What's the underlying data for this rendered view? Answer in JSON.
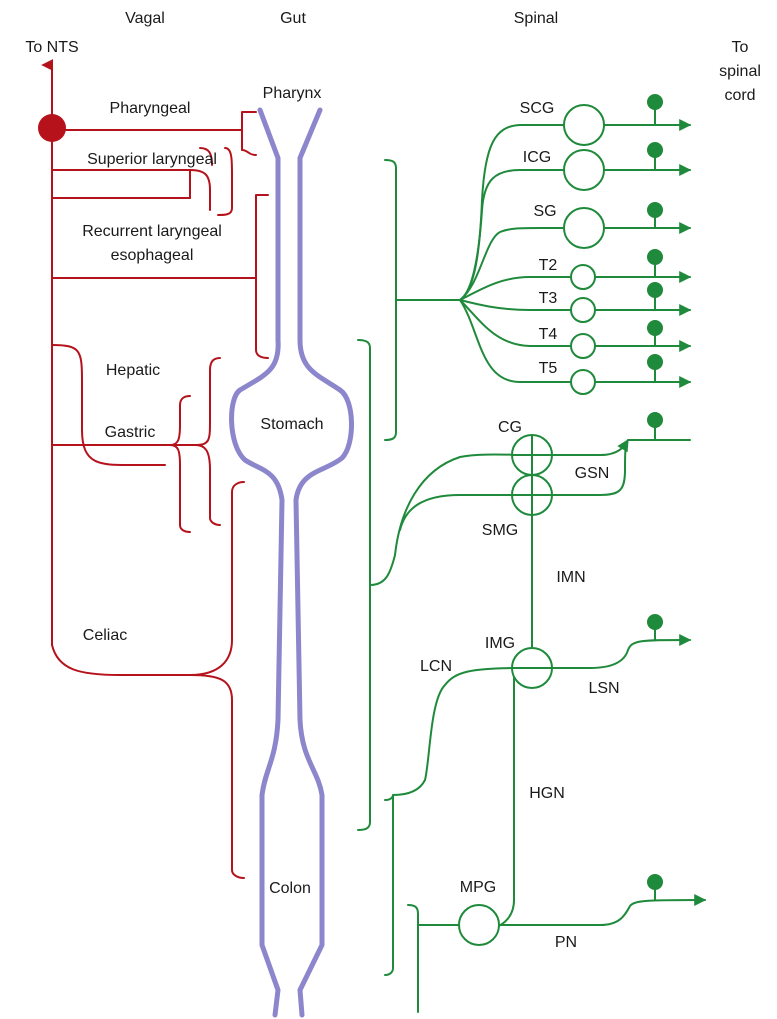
{
  "colors": {
    "vagal": "#b5121b",
    "spinal": "#1f8a3b",
    "gut": "#8c86cc"
  },
  "headers": {
    "vagal": "Vagal",
    "gut": "Gut",
    "spinal": "Spinal"
  },
  "targets": {
    "nts": "To NTS",
    "spinal_cord": [
      "To",
      "spinal",
      "cord"
    ]
  },
  "gut_regions": {
    "pharynx": "Pharynx",
    "stomach": "Stomach",
    "colon": "Colon"
  },
  "vagal_branches": {
    "pharyngeal": "Pharyngeal",
    "superior_laryngeal": "Superior laryngeal",
    "recurrent_laryngeal": [
      "Recurrent laryngeal",
      "esophageal"
    ],
    "hepatic": "Hepatic",
    "gastric": "Gastric",
    "celiac": "Celiac"
  },
  "ganglia": {
    "scg": "SCG",
    "icg": "ICG",
    "sg": "SG",
    "t2": "T2",
    "t3": "T3",
    "t4": "T4",
    "t5": "T5",
    "cg": "CG",
    "smg": "SMG",
    "img": "IMG",
    "mpg": "MPG"
  },
  "nerves": {
    "gsn": "GSN",
    "imn": "IMN",
    "lcn": "LCN",
    "lsn": "LSN",
    "hgn": "HGN",
    "pn": "PN"
  }
}
